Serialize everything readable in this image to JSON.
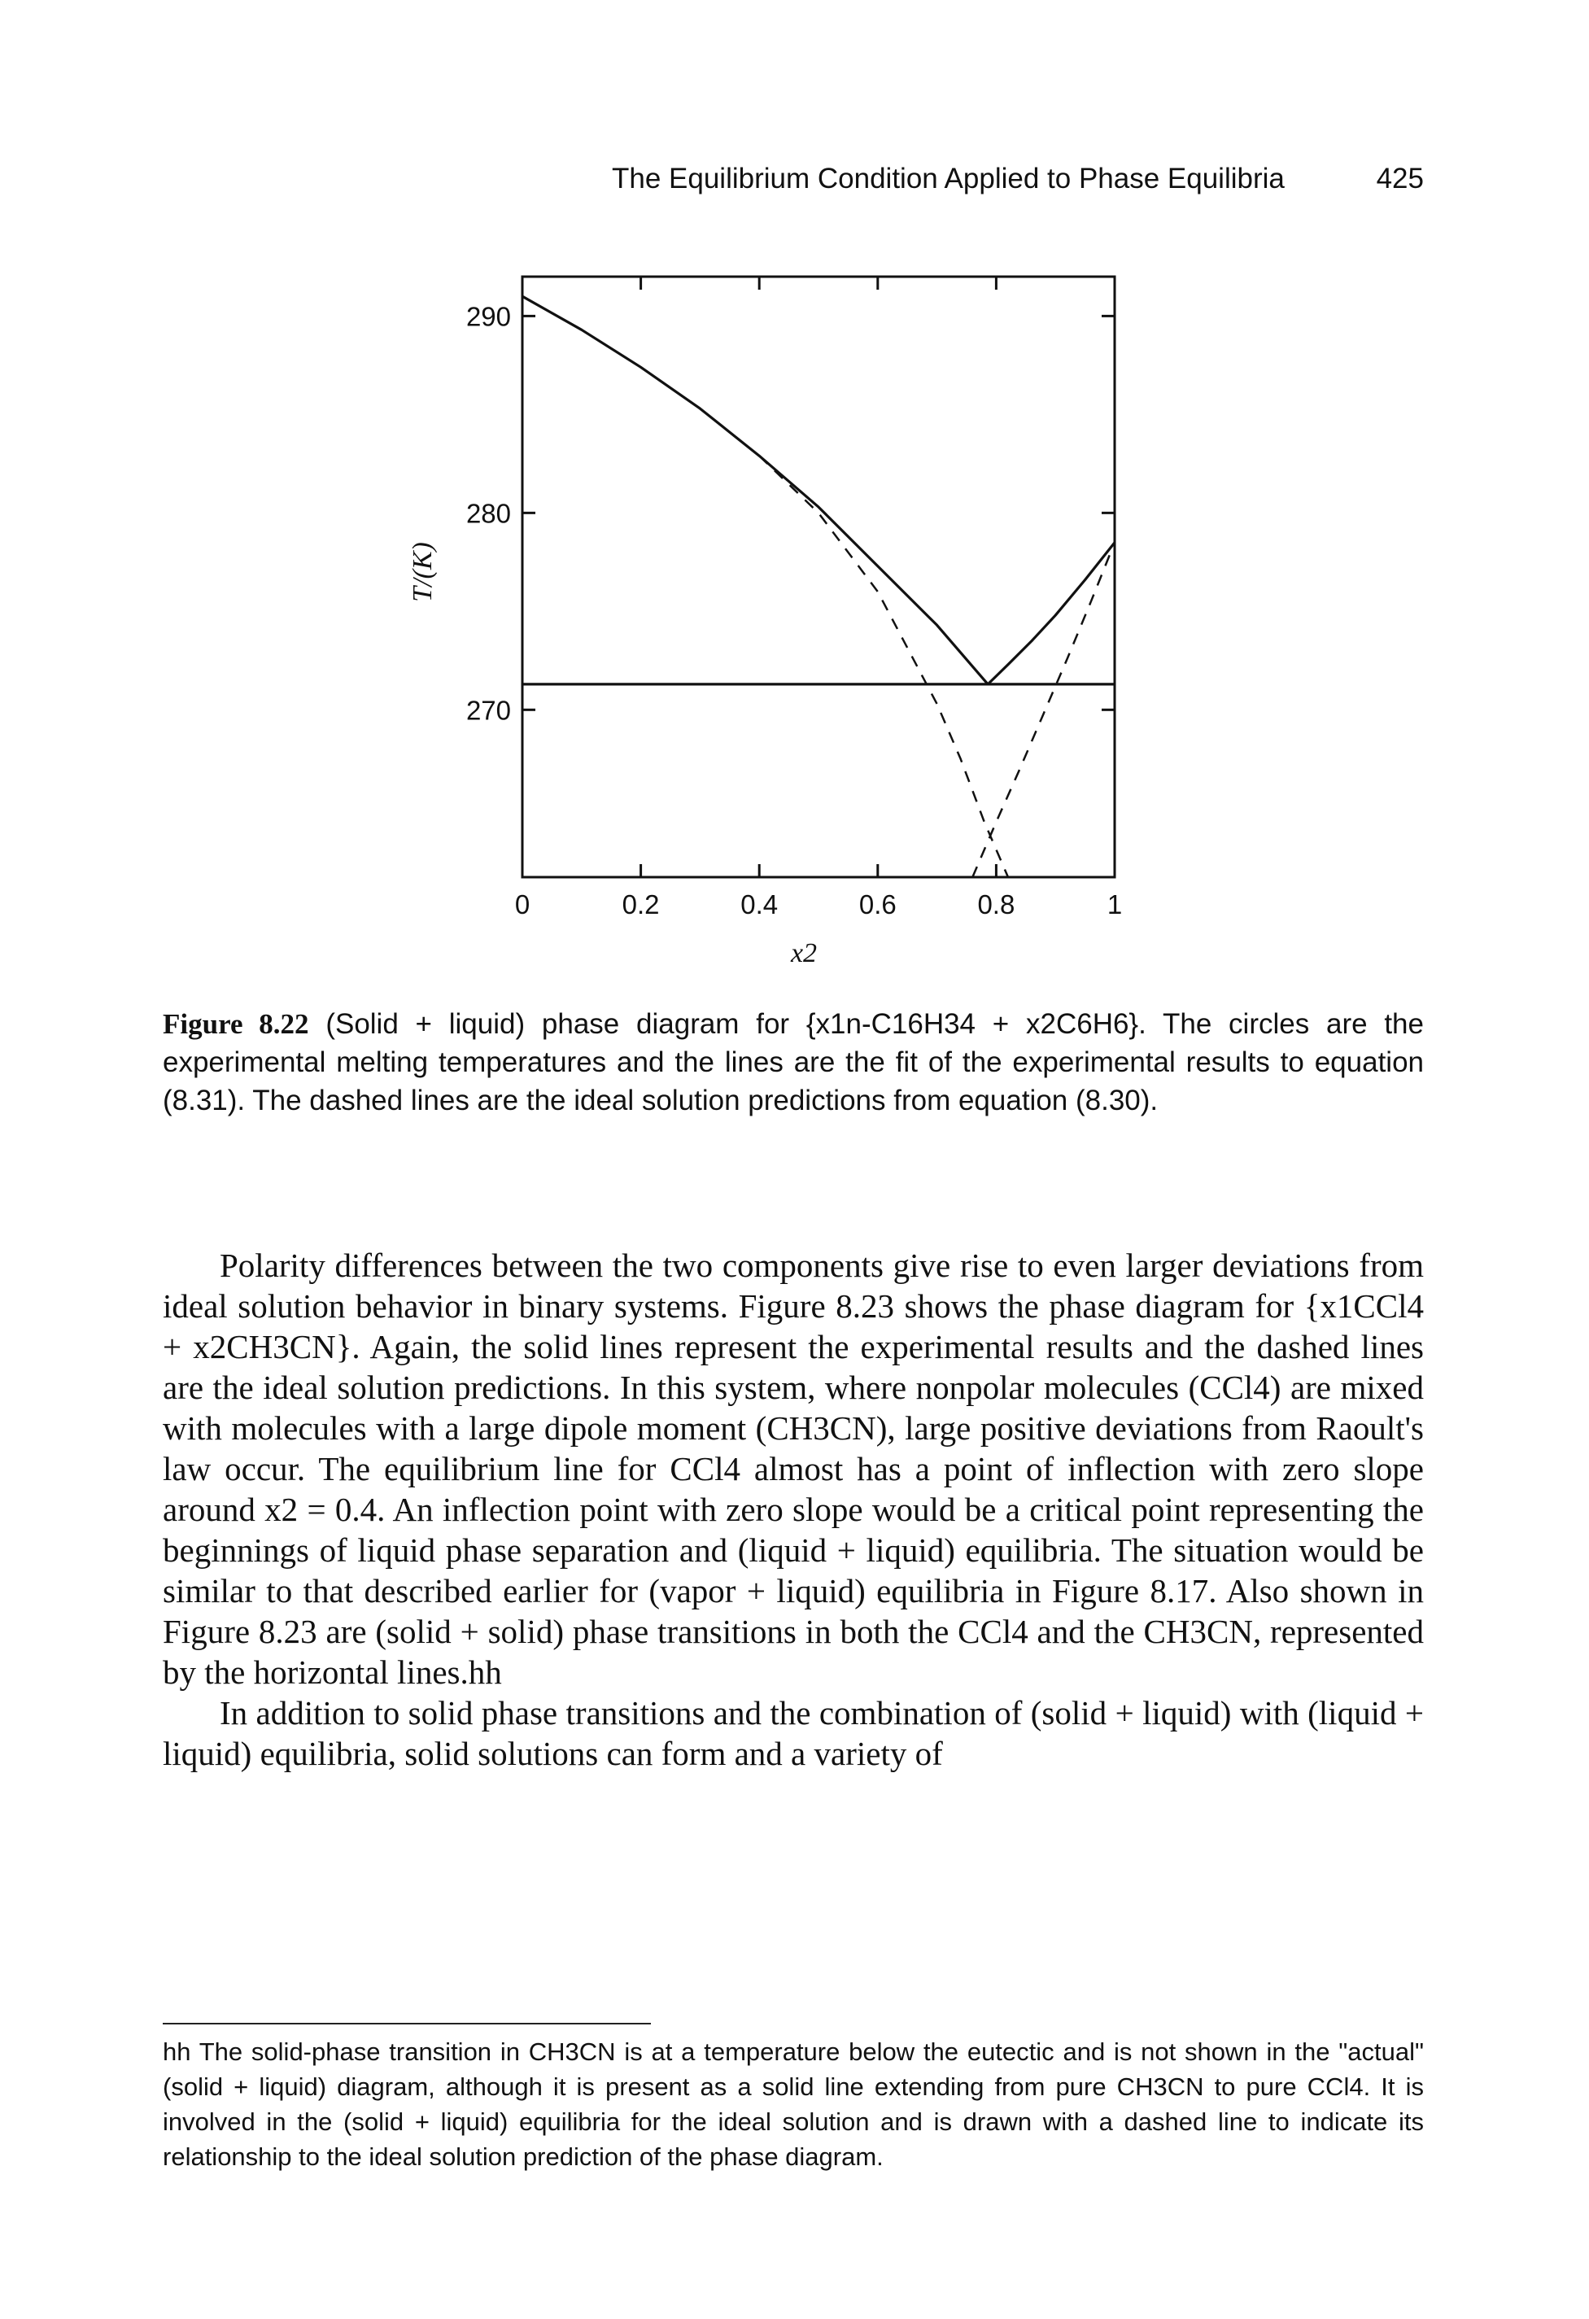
{
  "header": {
    "title": "The Equilibrium Condition Applied to Phase Equilibria",
    "page_number": "425"
  },
  "figure": {
    "x_label": "x2",
    "y_label": "T/(K)",
    "x_ticks": [
      "0",
      "0.2",
      "0.4",
      "0.6",
      "0.8",
      "1"
    ],
    "y_ticks": [
      "290",
      "280",
      "270"
    ]
  },
  "chart_data": {
    "type": "line",
    "xlabel": "x2",
    "ylabel": "T/(K)",
    "xlim": [
      0,
      1
    ],
    "ylim": [
      261.5,
      292
    ],
    "series": [
      {
        "style": "solid",
        "x": [
          0.0,
          0.1,
          0.2,
          0.3,
          0.4,
          0.5,
          0.6,
          0.7,
          0.786
        ],
        "y": [
          291.0,
          289.3,
          287.4,
          285.3,
          282.9,
          280.3,
          277.3,
          274.3,
          271.3
        ]
      },
      {
        "style": "solid",
        "x": [
          0.786,
          0.82,
          0.86,
          0.9,
          0.95,
          1.0
        ],
        "y": [
          271.3,
          272.3,
          273.5,
          274.8,
          276.6,
          278.5
        ]
      },
      {
        "style": "dashed",
        "x": [
          0.4,
          0.5,
          0.6,
          0.7,
          0.74,
          0.78,
          0.82
        ],
        "y": [
          282.9,
          280.0,
          276.0,
          270.3,
          267.5,
          264.3,
          261.5
        ]
      },
      {
        "style": "dashed",
        "x": [
          0.76,
          0.8,
          0.84,
          0.88,
          0.92,
          0.96,
          1.0
        ],
        "y": [
          261.5,
          264.3,
          267.0,
          269.8,
          272.6,
          275.5,
          278.5
        ]
      },
      {
        "style": "solid",
        "x": [
          0.0,
          1.0
        ],
        "y": [
          271.3,
          271.3
        ]
      }
    ]
  },
  "caption": {
    "label": "Figure 8.22",
    "text": "(Solid + liquid) phase diagram for {x1n-C16H34 + x2C6H6}. The circles are the experimental melting temperatures and the lines are the fit of the experimental results to equation (8.31). The dashed lines are the ideal solution predictions from equation (8.30)."
  },
  "body": {
    "paragraph_1": "Polarity differences between the two components give rise to even larger deviations from ideal solution behavior in binary systems. Figure 8.23 shows the phase diagram for {x1CCl4 + x2CH3CN}. Again, the solid lines represent the experimental results and the dashed lines are the ideal solution predictions. In this system, where nonpolar molecules (CCl4) are mixed with molecules with a large dipole moment (CH3CN), large positive deviations from Raoult's law occur. The equilibrium line for CCl4 almost has a point of inflection with zero slope around x2 = 0.4. An inflection point with zero slope would be a critical point representing the beginnings of liquid phase separation and (liquid + liquid) equilibria. The situation would be similar to that described earlier for (vapor + liquid) equilibria in Figure 8.17. Also shown in Figure 8.23 are (solid + solid) phase transitions in both the CCl4 and the CH3CN, represented by the horizontal lines.hh",
    "paragraph_2": "In addition to solid phase transitions and the combination of (solid + liquid) with (liquid + liquid) equilibria, solid solutions can form and a variety of"
  },
  "footnote": {
    "text": "hh The solid-phase transition in CH3CN is at a temperature below the eutectic and is not shown in the \"actual\" (solid + liquid) diagram, although it is present as a solid line extending from pure CH3CN to pure CCl4. It is involved in the (solid + liquid) equilibria for the ideal solution and is drawn with a dashed line to indicate its relationship to the ideal solution prediction of the phase diagram."
  }
}
